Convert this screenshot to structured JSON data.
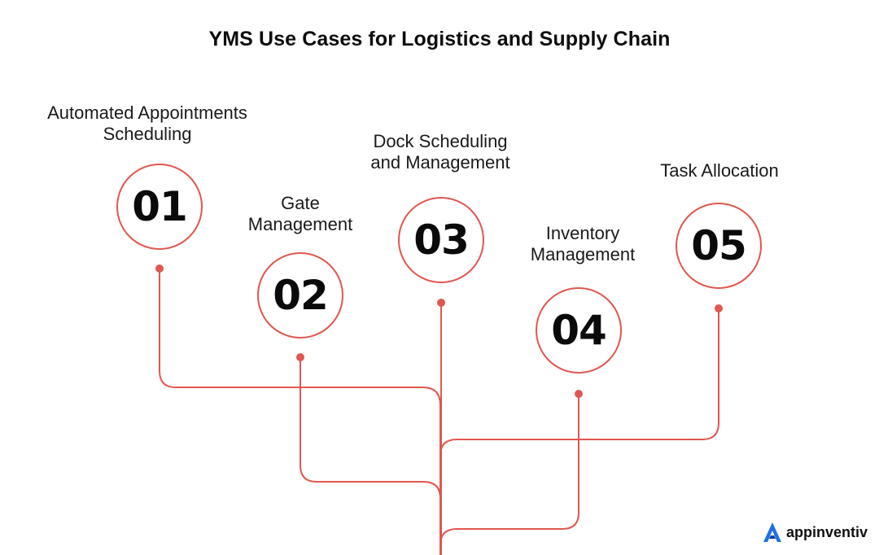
{
  "title": "YMS Use Cases for Logistics and Supply Chain",
  "accent_color": "#e0574f",
  "steps": [
    {
      "number": "01",
      "label_lines": [
        "Automated Appointments",
        "Scheduling"
      ]
    },
    {
      "number": "02",
      "label_lines": [
        "Gate",
        "Management"
      ]
    },
    {
      "number": "03",
      "label_lines": [
        "Dock Scheduling",
        "and Management"
      ]
    },
    {
      "number": "04",
      "label_lines": [
        "Inventory",
        "Management"
      ]
    },
    {
      "number": "05",
      "label_lines": [
        "Task Allocation"
      ]
    }
  ],
  "logo": {
    "text": "appinventiv",
    "icon": "appinventiv-logo-icon"
  }
}
